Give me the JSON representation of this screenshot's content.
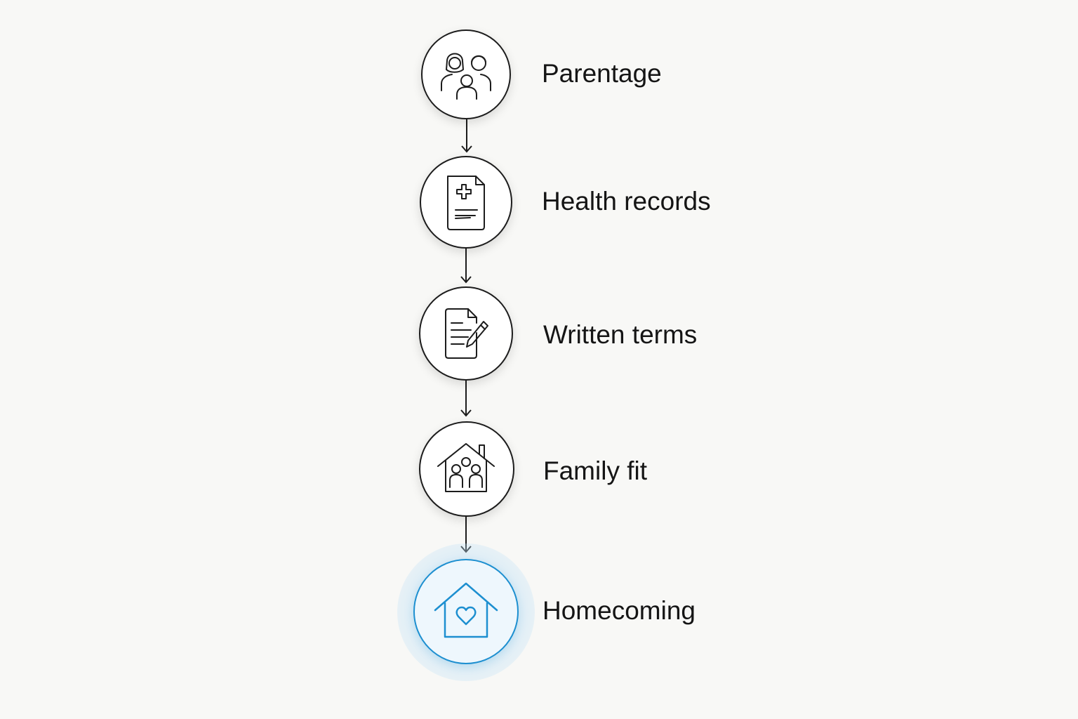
{
  "steps": [
    {
      "label": "Parentage",
      "icon": "family-icon"
    },
    {
      "label": "Health records",
      "icon": "medical-document-icon"
    },
    {
      "label": "Written terms",
      "icon": "signed-contract-icon"
    },
    {
      "label": "Family fit",
      "icon": "family-home-icon"
    },
    {
      "label": "Homecoming",
      "icon": "home-heart-icon"
    }
  ],
  "colors": {
    "stroke": "#1c1c1c",
    "accent": "#1d8fd0",
    "background": "#f8f8f6"
  }
}
